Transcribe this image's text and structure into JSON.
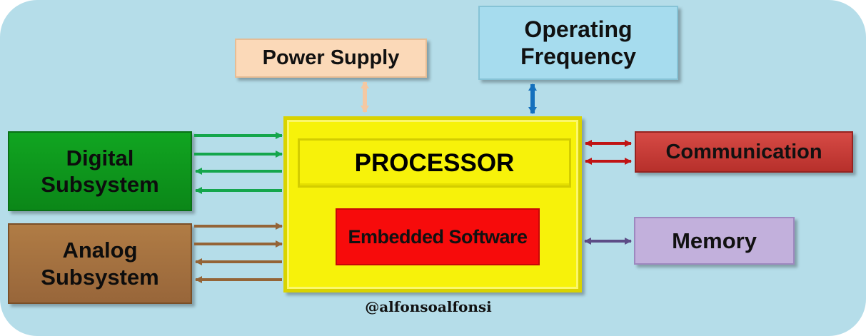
{
  "blocks": {
    "power_supply": "Power Supply",
    "operating_frequency_line1": "Operating",
    "operating_frequency_line2": "Frequency",
    "digital_line1": "Digital",
    "digital_line2": "Subsystem",
    "analog_line1": "Analog",
    "analog_line2": "Subsystem",
    "processor": "PROCESSOR",
    "embedded_software": "Embedded Software",
    "communication": "Communication",
    "memory": "Memory"
  },
  "credit": "@alfonsoalfonsi",
  "colors": {
    "background": "#b5dde9",
    "power_supply": "#fbd9b8",
    "operating_frequency": "#a6dcee",
    "digital": "#11a521",
    "analog": "#a87442",
    "processor": "#f7f20a",
    "embedded_software": "#f70b0b",
    "communication": "#c93c37",
    "memory": "#c2b0dc",
    "arrow_digital": "#14a64c",
    "arrow_analog": "#946437",
    "arrow_comm": "#c01414",
    "arrow_memory": "#5d4c86",
    "arrow_power": "#f4c8a2",
    "arrow_freq": "#1570bd"
  }
}
